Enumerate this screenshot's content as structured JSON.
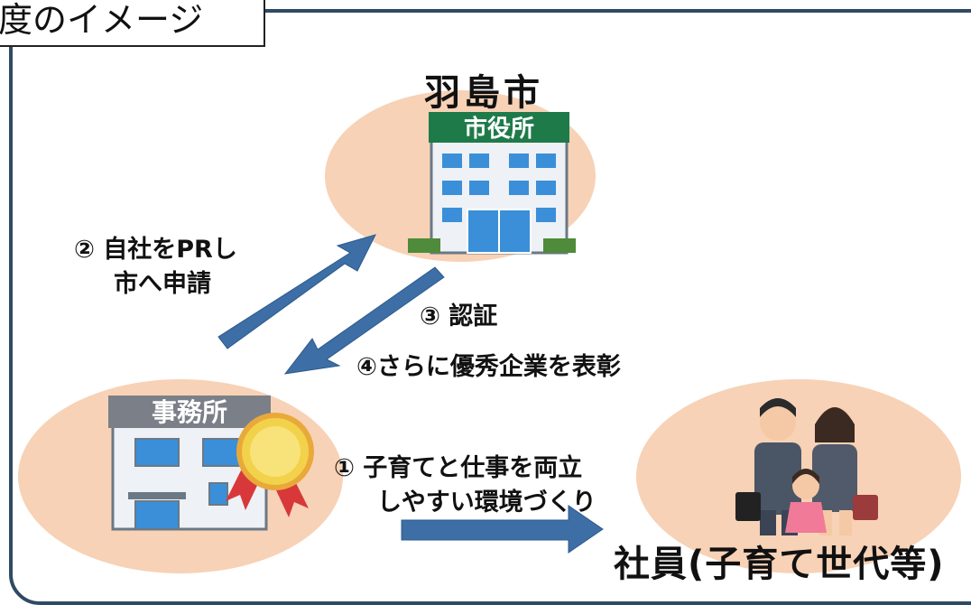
{
  "title": "度のイメージ",
  "nodes": {
    "city": {
      "name": "羽島市",
      "building_sign": "市役所"
    },
    "company": {
      "building_sign": "事務所"
    },
    "employee": {
      "name": "社員(子育て世代等)"
    }
  },
  "steps": {
    "step1_line1": "① 子育てと仕事を両立",
    "step1_line2": "しやすい環境づくり",
    "step2_line1": "② 自社をPRし",
    "step2_line2": "市へ申請",
    "step3": "③ 認証",
    "step4": "④さらに優秀企業を表彰"
  },
  "colors": {
    "frame": "#2f4a63",
    "circle": "#f7d2b6",
    "arrow": "#3d6ea5",
    "sign_green": "#1f7a4a",
    "sign_gray": "#7b8088",
    "building": "#eef1f5",
    "window_blue": "#3a8fd8",
    "medal_gold": "#f2d24a"
  }
}
